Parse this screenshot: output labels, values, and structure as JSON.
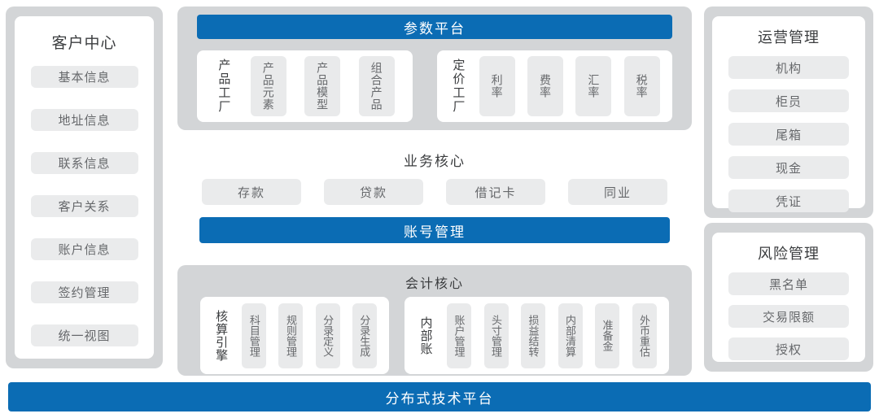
{
  "colors": {
    "accent_blue": "#0b6cb4",
    "panel_gray": "#d3d5d7",
    "chip_gray": "#e9eaeb",
    "text_dark": "#3b3d3f",
    "text_muted": "#67696c"
  },
  "left_panel": {
    "title": "客户中心",
    "items": [
      "基本信息",
      "地址信息",
      "联系信息",
      "客户关系",
      "账户信息",
      "签约管理",
      "统一视图"
    ]
  },
  "param_platform": {
    "header": "参数平台",
    "groups": [
      {
        "label": "产品工厂",
        "items": [
          "产品元素",
          "产品模型",
          "组合产品"
        ]
      },
      {
        "label": "定价工厂",
        "items": [
          "利率",
          "费率",
          "汇率",
          "税率"
        ]
      }
    ]
  },
  "business_core": {
    "title": "业务核心",
    "items": [
      "存款",
      "贷款",
      "借记卡",
      "同业"
    ]
  },
  "account_bar": {
    "label": "账号管理"
  },
  "accounting_core": {
    "title": "会计核心",
    "groups": [
      {
        "label": "核算引擎",
        "items": [
          "科目管理",
          "规则管理",
          "分录定义",
          "分录生成"
        ]
      },
      {
        "label": "内部账",
        "items": [
          "账户管理",
          "头寸管理",
          "损益结转",
          "内部清算",
          "准备金",
          "外币重估"
        ]
      }
    ]
  },
  "right_panels": [
    {
      "title": "运营管理",
      "items": [
        "机构",
        "柜员",
        "尾箱",
        "现金",
        "凭证"
      ]
    },
    {
      "title": "风险管理",
      "items": [
        "黑名单",
        "交易限额",
        "授权"
      ]
    }
  ],
  "bottom_bar": {
    "label": "分布式技术平台"
  }
}
